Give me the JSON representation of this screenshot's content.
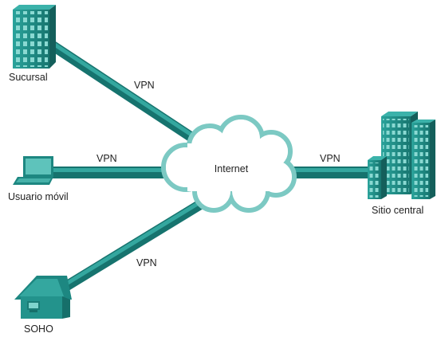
{
  "diagram": {
    "cloud": {
      "label": "Internet",
      "icon": "cloud-icon"
    },
    "nodes": {
      "sucursal": {
        "label": "Sucursal",
        "icon": "office-building-icon"
      },
      "usuario_movil": {
        "label": "Usuario móvil",
        "icon": "laptop-icon"
      },
      "soho": {
        "label": "SOHO",
        "icon": "house-icon"
      },
      "sitio_central": {
        "label": "Sitio central",
        "icon": "headquarters-buildings-icon"
      }
    },
    "links": {
      "sucursal": "VPN",
      "usuario_movil": "VPN",
      "soho": "VPN",
      "sitio_central": "VPN"
    }
  },
  "colors": {
    "link": "#1c8a84",
    "link_highlight": "#42b3ab",
    "building": "#23938c",
    "building_dark": "#166f6a",
    "window": "#7fd4cd",
    "cloud_edge": "#8fd0cb"
  }
}
